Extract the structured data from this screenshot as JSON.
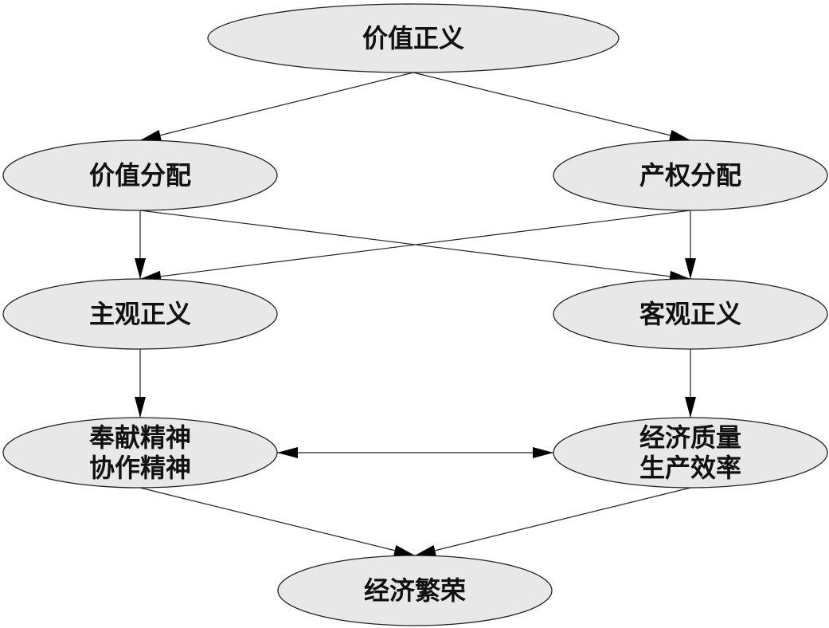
{
  "diagram": {
    "nodes": [
      {
        "id": "value-justice",
        "lines": [
          "价值正义"
        ]
      },
      {
        "id": "value-distribution",
        "lines": [
          "价值分配"
        ]
      },
      {
        "id": "property-distribution",
        "lines": [
          "产权分配"
        ]
      },
      {
        "id": "subjective-justice",
        "lines": [
          "主观正义"
        ]
      },
      {
        "id": "objective-justice",
        "lines": [
          "客观正义"
        ]
      },
      {
        "id": "dedication-cooperation",
        "lines": [
          "奉献精神",
          "协作精神"
        ]
      },
      {
        "id": "quality-efficiency",
        "lines": [
          "经济质量",
          "生产效率"
        ]
      },
      {
        "id": "economic-prosperity",
        "lines": [
          "经济繁荣"
        ]
      }
    ],
    "edges": [
      {
        "from": "value-justice",
        "to": "value-distribution",
        "direction": "forward"
      },
      {
        "from": "value-justice",
        "to": "property-distribution",
        "direction": "forward"
      },
      {
        "from": "value-distribution",
        "to": "subjective-justice",
        "direction": "forward"
      },
      {
        "from": "value-distribution",
        "to": "objective-justice",
        "direction": "forward"
      },
      {
        "from": "property-distribution",
        "to": "subjective-justice",
        "direction": "forward"
      },
      {
        "from": "property-distribution",
        "to": "objective-justice",
        "direction": "forward"
      },
      {
        "from": "subjective-justice",
        "to": "dedication-cooperation",
        "direction": "forward"
      },
      {
        "from": "objective-justice",
        "to": "quality-efficiency",
        "direction": "forward"
      },
      {
        "from": "dedication-cooperation",
        "to": "quality-efficiency",
        "direction": "both"
      },
      {
        "from": "dedication-cooperation",
        "to": "economic-prosperity",
        "direction": "forward"
      },
      {
        "from": "quality-efficiency",
        "to": "economic-prosperity",
        "direction": "forward"
      }
    ]
  }
}
